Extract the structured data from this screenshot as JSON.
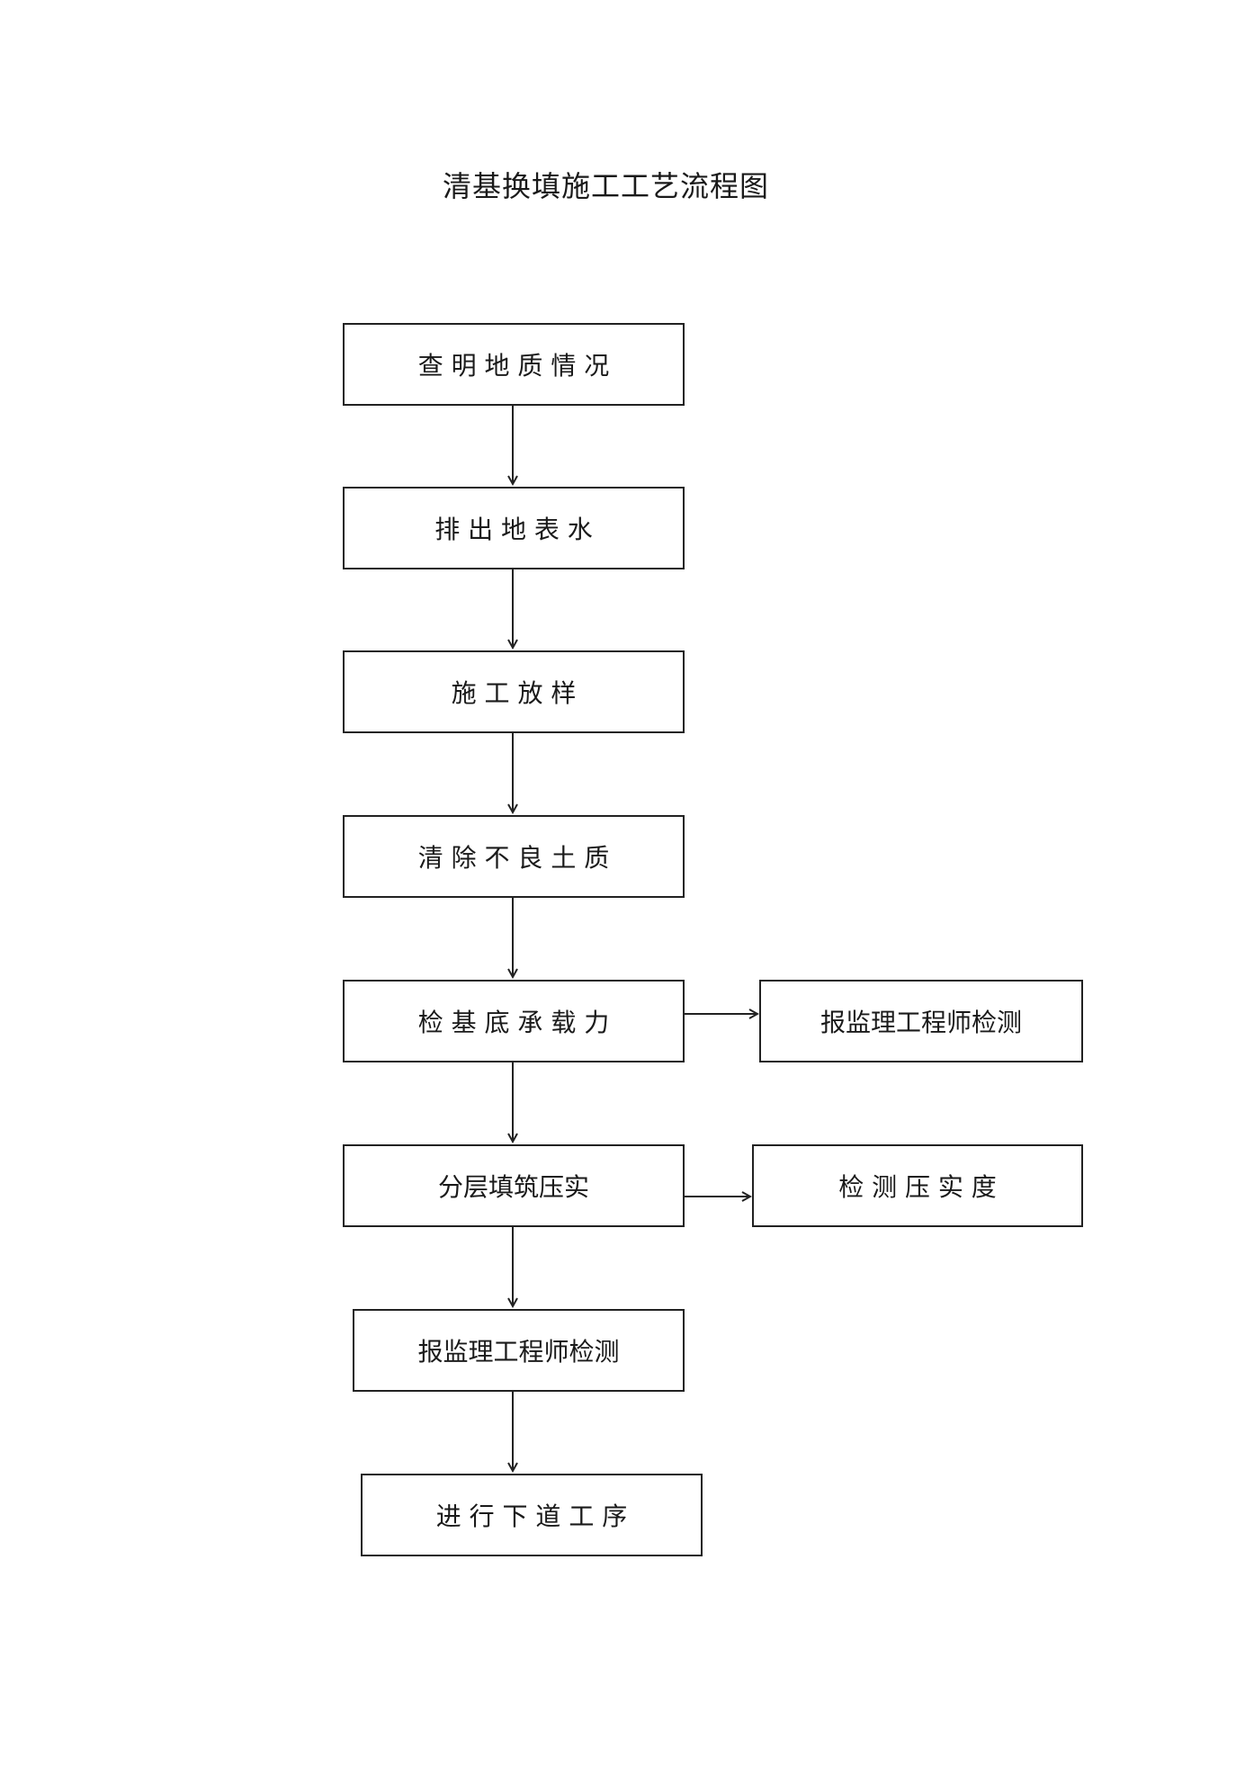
{
  "title": "清基换填施工工艺流程图",
  "steps": [
    {
      "label": "查 明 地 质 情 况"
    },
    {
      "label": "排 出 地 表 水"
    },
    {
      "label": "施  工  放  样"
    },
    {
      "label": "清 除 不 良 土 质"
    },
    {
      "label": "检 基 底 承 载 力"
    },
    {
      "label": "分层填筑压实"
    },
    {
      "label": "报监理工程师检测"
    },
    {
      "label": "进 行 下 道 工 序"
    }
  ],
  "side_steps": [
    {
      "label": "报监理工程师检测"
    },
    {
      "label": "检  测  压  实  度"
    }
  ]
}
